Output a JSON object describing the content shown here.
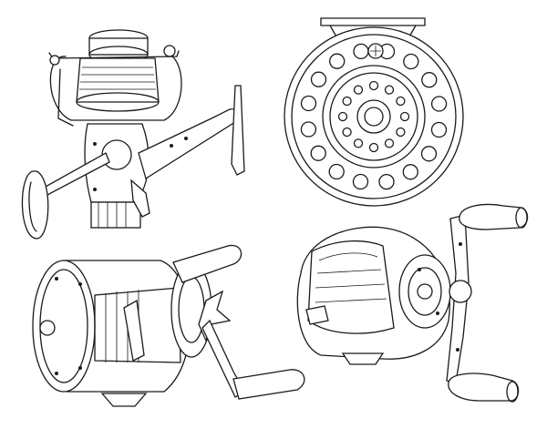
{
  "figure": {
    "kind": "line-art illustration",
    "background": "#ffffff",
    "stroke_color": "#1a1a1a"
  },
  "items": [
    {
      "id": "spinning-reel",
      "icon": "spinning-reel-icon"
    },
    {
      "id": "fly-reel",
      "icon": "fly-reel-icon"
    },
    {
      "id": "baitcasting-reel-round",
      "icon": "round-baitcaster-icon"
    },
    {
      "id": "baitcasting-reel-lowprofile",
      "icon": "lowprofile-baitcaster-icon"
    }
  ]
}
